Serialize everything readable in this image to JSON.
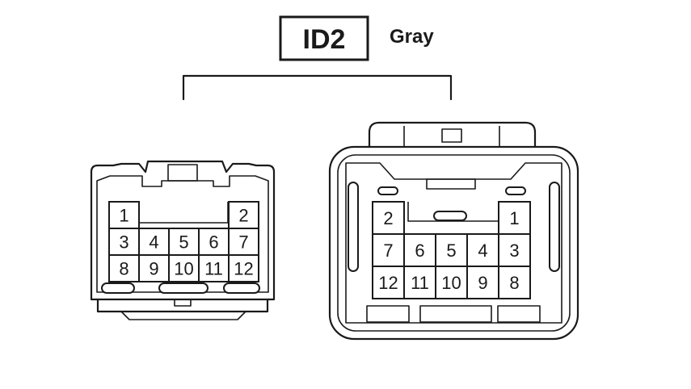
{
  "connector": {
    "id_label": "ID2",
    "color_label": "Gray"
  },
  "left_connector": {
    "pins": [
      {
        "label": "1",
        "row": 0,
        "col": 0
      },
      {
        "label": "2",
        "row": 0,
        "col": 4
      },
      {
        "label": "3",
        "row": 1,
        "col": 0
      },
      {
        "label": "4",
        "row": 1,
        "col": 1
      },
      {
        "label": "5",
        "row": 1,
        "col": 2
      },
      {
        "label": "6",
        "row": 1,
        "col": 3
      },
      {
        "label": "7",
        "row": 1,
        "col": 4
      },
      {
        "label": "8",
        "row": 2,
        "col": 0
      },
      {
        "label": "9",
        "row": 2,
        "col": 1
      },
      {
        "label": "10",
        "row": 2,
        "col": 2
      },
      {
        "label": "11",
        "row": 2,
        "col": 3
      },
      {
        "label": "12",
        "row": 2,
        "col": 4
      }
    ]
  },
  "right_connector": {
    "pins": [
      {
        "label": "2",
        "row": 0,
        "col": 0
      },
      {
        "label": "1",
        "row": 0,
        "col": 4
      },
      {
        "label": "7",
        "row": 1,
        "col": 0
      },
      {
        "label": "6",
        "row": 1,
        "col": 1
      },
      {
        "label": "5",
        "row": 1,
        "col": 2
      },
      {
        "label": "4",
        "row": 1,
        "col": 3
      },
      {
        "label": "3",
        "row": 1,
        "col": 4
      },
      {
        "label": "12",
        "row": 2,
        "col": 0
      },
      {
        "label": "11",
        "row": 2,
        "col": 1
      },
      {
        "label": "10",
        "row": 2,
        "col": 2
      },
      {
        "label": "9",
        "row": 2,
        "col": 3
      },
      {
        "label": "8",
        "row": 2,
        "col": 4
      }
    ]
  }
}
